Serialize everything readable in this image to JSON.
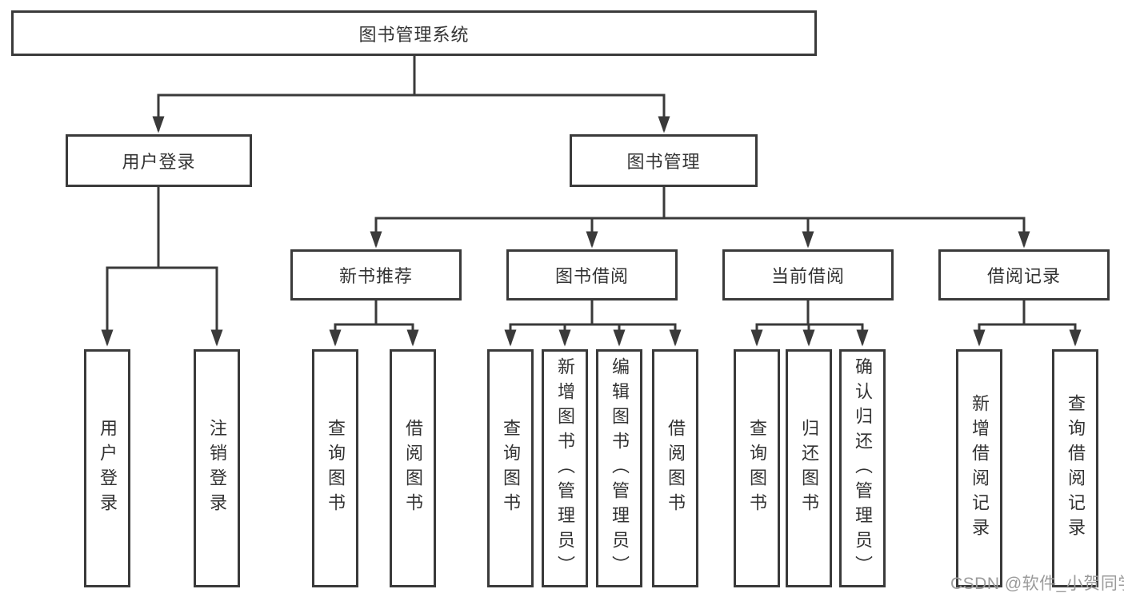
{
  "diagram": {
    "type": "tree",
    "orientation": "top-down",
    "colors": {
      "line": "#3a3a3a",
      "box_border": "#3a3a3a",
      "box_fill": "#ffffff",
      "text": "#333333",
      "watermark": "#9b9b9b"
    },
    "tree": {
      "label": "图书管理系统",
      "children": [
        {
          "label": "用户登录",
          "children": [
            {
              "label": "用户登录"
            },
            {
              "label": "注销登录"
            }
          ]
        },
        {
          "label": "图书管理",
          "children": [
            {
              "label": "新书推荐",
              "children": [
                {
                  "label": "查询图书"
                },
                {
                  "label": "借阅图书"
                }
              ]
            },
            {
              "label": "图书借阅",
              "children": [
                {
                  "label": "查询图书"
                },
                {
                  "label": "新增图书（管理员）"
                },
                {
                  "label": "编辑图书（管理员）"
                },
                {
                  "label": "借阅图书"
                }
              ]
            },
            {
              "label": "当前借阅",
              "children": [
                {
                  "label": "查询图书"
                },
                {
                  "label": "归还图书"
                },
                {
                  "label": "确认归还（管理员）"
                }
              ]
            },
            {
              "label": "借阅记录",
              "children": [
                {
                  "label": "新增借阅记录"
                },
                {
                  "label": "查询借阅记录"
                }
              ]
            }
          ]
        }
      ]
    },
    "watermark": "CSDN @软件_小贺同学"
  }
}
